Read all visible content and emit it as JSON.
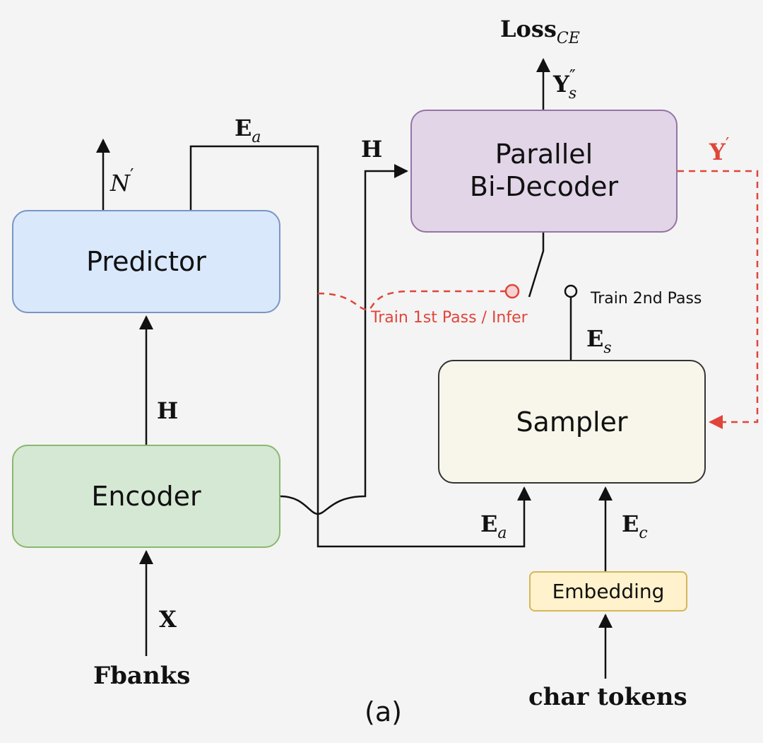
{
  "nodes": {
    "predictor": "Predictor",
    "encoder": "Encoder",
    "decoder_line1": "Parallel",
    "decoder_line2": "Bi-Decoder",
    "sampler": "Sampler",
    "embedding": "Embedding"
  },
  "labels": {
    "loss_main": "Loss",
    "loss_sub": "CE",
    "y_s": "Y",
    "y_s_sup": "″",
    "y_s_sub": "s",
    "n_prime": "N",
    "n_prime_sup": "′",
    "e_a_top": "E",
    "e_a_top_sub": "a",
    "h_top": "H",
    "y_prime": "Y",
    "y_prime_sup": "′",
    "h_mid": "H",
    "train_2nd": "Train 2nd Pass",
    "train_1st": "Train 1st Pass / Infer",
    "e_s": "E",
    "e_s_sub": "s",
    "e_a_bottom": "E",
    "e_a_bottom_sub": "a",
    "e_c": "E",
    "e_c_sub": "c",
    "x": "X",
    "fbanks": "Fbanks",
    "char_tokens": "char tokens",
    "caption": "(a)"
  },
  "colors": {
    "line": "#111111",
    "dashed": "#e0453a"
  }
}
